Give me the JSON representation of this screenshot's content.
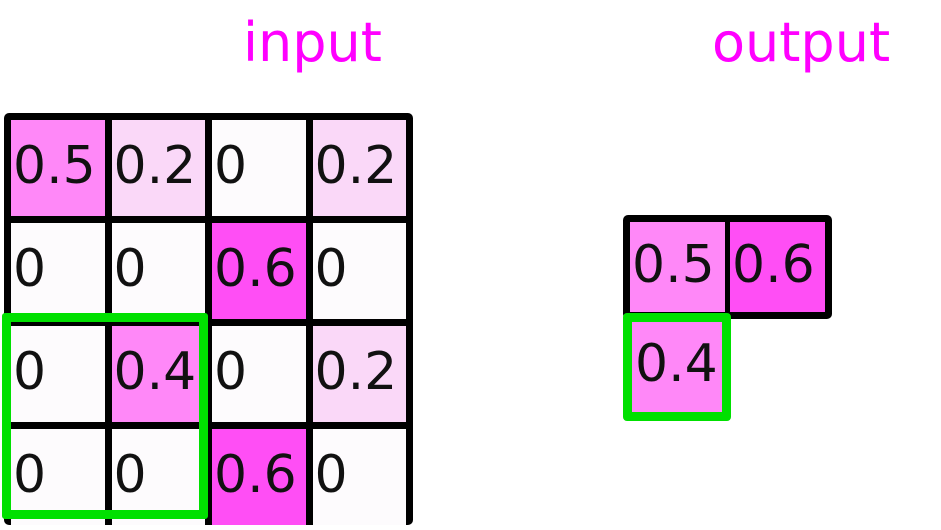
{
  "titles": {
    "input": "input",
    "output": "output",
    "color": "#ff00ff"
  },
  "palette": {
    "zero": "#fdfbfd",
    "v02": "#fad8f8",
    "v04": "#ff88f8",
    "v05": "#ff88f8",
    "v06": "#ff4ef5",
    "grid_line": "#000000",
    "selection": "#00e000",
    "text": "#111111"
  },
  "input_grid": {
    "rows": 4,
    "cols": 4,
    "cells": [
      [
        {
          "value": "0.5",
          "color": "#ff88f8"
        },
        {
          "value": "0.2",
          "color": "#fad8f8"
        },
        {
          "value": "0",
          "color": "#fdfbfd"
        },
        {
          "value": "0.2",
          "color": "#fad8f8"
        }
      ],
      [
        {
          "value": "0",
          "color": "#fdfbfd"
        },
        {
          "value": "0",
          "color": "#fdfbfd"
        },
        {
          "value": "0.6",
          "color": "#ff4ef5"
        },
        {
          "value": "0",
          "color": "#fdfbfd"
        }
      ],
      [
        {
          "value": "0",
          "color": "#fdfbfd"
        },
        {
          "value": "0.4",
          "color": "#ff88f8"
        },
        {
          "value": "0",
          "color": "#fdfbfd"
        },
        {
          "value": "0.2",
          "color": "#fad8f8"
        }
      ],
      [
        {
          "value": "0",
          "color": "#fdfbfd"
        },
        {
          "value": "0",
          "color": "#fdfbfd"
        },
        {
          "value": "0.6",
          "color": "#ff4ef5"
        },
        {
          "value": "0",
          "color": "#fdfbfd"
        }
      ]
    ],
    "selection": {
      "row_start": 3,
      "row_end": 4,
      "col_start": 1,
      "col_end": 2,
      "color": "#00e000"
    }
  },
  "output_grid": {
    "rows": 1,
    "cols": 2,
    "cells": [
      [
        {
          "value": "0.5",
          "color": "#ff88f8"
        },
        {
          "value": "0.6",
          "color": "#ff4ef5"
        }
      ]
    ],
    "extra_cell": {
      "value": "0.4",
      "color": "#ff88f8",
      "border_color": "#00e000"
    }
  }
}
